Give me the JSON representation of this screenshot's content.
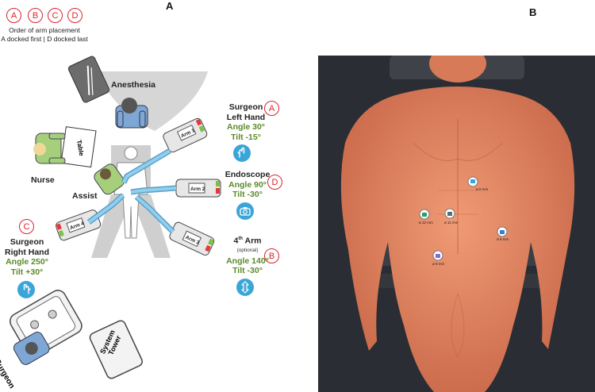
{
  "panel_a": {
    "label": "A",
    "legend": {
      "letters": [
        "A",
        "B",
        "C",
        "D"
      ],
      "line1": "Order of arm placement",
      "line2": "A docked first | D docked last"
    },
    "stations": {
      "anesthesia": "Anesthesia",
      "nurse": "Nurse",
      "table": "Table",
      "assist": "Assist",
      "surgeon": "Surgeon",
      "system_tower": [
        "System",
        "Tower"
      ]
    },
    "arms": {
      "arm1": "Arm 1",
      "arm2": "Arm 2",
      "arm3": "Arm 3",
      "arm4": "Arm 4"
    },
    "roles": {
      "left_hand": {
        "order": "A",
        "line1": "Surgeon",
        "line2": "Left Hand",
        "angle": "Angle 30°",
        "tilt": "Tilt -15°",
        "icon": "hand-icon"
      },
      "endoscope": {
        "order": "D",
        "line1": "Endoscope",
        "angle": "Angle 90°",
        "tilt": "Tilt -30°",
        "icon": "camera-icon"
      },
      "fourth_arm": {
        "order": "B",
        "line1_main": "4",
        "line1_sup": "th",
        "line1_rest": " Arm",
        "optional": "(optional)",
        "angle": "Angle 140°",
        "tilt": "Tilt -30°",
        "icon": "updown-arrows-icon"
      },
      "right_hand": {
        "order": "C",
        "line1": "Surgeon",
        "line2": "Right Hand",
        "angle": "Angle 250°",
        "tilt": "Tilt +30°",
        "icon": "hand-icon"
      }
    }
  },
  "panel_b": {
    "label": "B",
    "ports": [
      {
        "name": "camera-port",
        "label": "ø 8 mm"
      },
      {
        "name": "left-hand-port",
        "label": "ø 12 mm"
      },
      {
        "name": "arm-port-11",
        "label": "ø 11 mm"
      },
      {
        "name": "right-hand-port",
        "label": "ø 8 mm"
      },
      {
        "name": "fourth-arm-port",
        "label": "ø 8 mm"
      }
    ]
  },
  "colors": {
    "accent_red": "#d9232e",
    "accent_green": "#5a8a2a",
    "icon_blue": "#3aa6d8",
    "arm_blue": "#6fb6dc",
    "skin": "#e58a66"
  }
}
